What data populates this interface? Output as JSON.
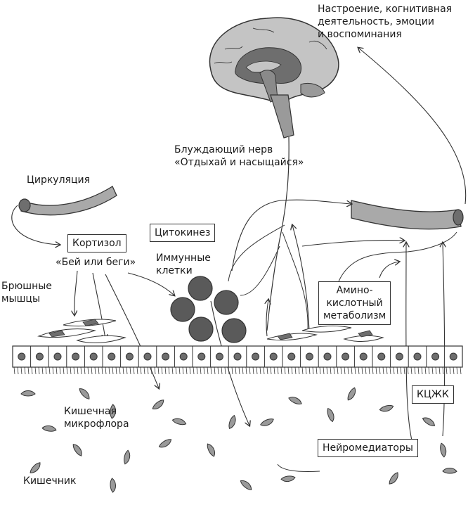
{
  "labels": {
    "top_right": "Настроение, когнитивная\nдеятельность, эмоции\nи воспоминания",
    "vagus": "Блуждающий нерв\n«Отдыхай и насыщайся»",
    "circulation": "Циркуляция",
    "cortisol": "Кортизол",
    "fight": "«Бей или беги»",
    "cytokines": "Цитокинез",
    "immune": "Иммунные\nклетки",
    "abdominal": "Брюшные\nмышцы",
    "amino": "Амино-\nкислотный\nметаболизм",
    "microflora": "Кишечная\nмикрофлора",
    "kczk": "КЦЖК",
    "neuro": "Нейромедиаторы",
    "gut": "Кишечник"
  },
  "colors": {
    "line": "#333333",
    "brain_light": "#c4c4c4",
    "brain_dark": "#6e6e6e",
    "cell_dark": "#5a5a5a",
    "vessel": "#a9a9a9",
    "bacteria": "#9a9a9a"
  },
  "icons": [
    "brain-icon",
    "blood-vessel-icon",
    "immune-cell-icon",
    "bacteria-icon"
  ]
}
